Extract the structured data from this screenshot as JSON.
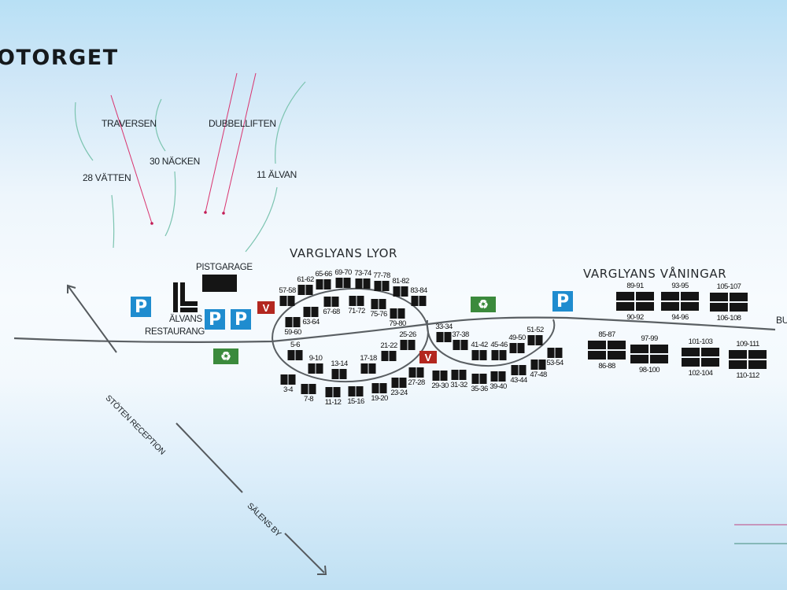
{
  "map_title": "OTORGET",
  "lifts": [
    {
      "name": "TRAVERSEN",
      "label": "TRAVERSEN"
    },
    {
      "name": "DUBBELLIFTEN",
      "label": "DUBBELLIFTEN"
    }
  ],
  "slopes": [
    {
      "label": "28 VÄTTEN"
    },
    {
      "label": "30 NÄCKEN"
    },
    {
      "label": "11 ÄLVAN"
    }
  ],
  "areas": {
    "lyor": "VARGLYANS LYOR",
    "vaningar": "VARGLYANS VÅNINGAR"
  },
  "facilities": {
    "pistgarage": "PISTGARAGE",
    "restaurant_line1": "ÄLVANS",
    "restaurant_line2": "RESTAURANG",
    "parking": "P",
    "waste": "V",
    "recycle": "♻"
  },
  "road_labels": {
    "reception": "STÖTEN RECEPTION",
    "village": "SÄLENS BY",
    "bus": "BU"
  },
  "cabins_top": [
    {
      "label": "57-58"
    },
    {
      "label": "61-62"
    },
    {
      "label": "65-66"
    },
    {
      "label": "69-70"
    },
    {
      "label": "73-74"
    },
    {
      "label": "77-78"
    },
    {
      "label": "81-82"
    },
    {
      "label": "83-84"
    }
  ],
  "cabins_inner_upper": [
    {
      "label": "59-60"
    },
    {
      "label": "63-64"
    },
    {
      "label": "67-68"
    },
    {
      "label": "71-72"
    },
    {
      "label": "75-76"
    },
    {
      "label": "79-80"
    }
  ],
  "cabins_inner_lower": [
    {
      "label": "5-6"
    },
    {
      "label": "9-10"
    },
    {
      "label": "13-14"
    },
    {
      "label": "17-18"
    },
    {
      "label": "21-22"
    },
    {
      "label": "25-26"
    }
  ],
  "cabins_bottom": [
    {
      "label": "3-4"
    },
    {
      "label": "7-8"
    },
    {
      "label": "11-12"
    },
    {
      "label": "15-16"
    },
    {
      "label": "19-20"
    },
    {
      "label": "23-24"
    },
    {
      "label": "27-28"
    },
    {
      "label": "29-30"
    },
    {
      "label": "31-32"
    },
    {
      "label": "35-36"
    },
    {
      "label": "39-40"
    },
    {
      "label": "43-44"
    },
    {
      "label": "47-48"
    },
    {
      "label": "53-54"
    }
  ],
  "cabins_right_loop": [
    {
      "label": "33-34"
    },
    {
      "label": "37-38"
    },
    {
      "label": "41-42"
    },
    {
      "label": "45-46"
    },
    {
      "label": "49-50"
    },
    {
      "label": "51-52"
    }
  ],
  "apartments_upper": [
    {
      "top": "89-91",
      "bottom": "90-92"
    },
    {
      "top": "93-95",
      "bottom": "94-96"
    },
    {
      "top": "105-107",
      "bottom": "106-108"
    }
  ],
  "apartments_lower": [
    {
      "top": "85-87",
      "bottom": "86-88"
    },
    {
      "top": "97-99",
      "bottom": "98-100"
    },
    {
      "top": "101-103",
      "bottom": "102-104"
    },
    {
      "top": "109-111",
      "bottom": "110-112"
    }
  ],
  "colors": {
    "lift": "#d9336e",
    "slope": "#6dbfa7",
    "road": "#555a5e",
    "parking": "#1f8ccf",
    "recycle": "#3b8a3c",
    "waste": "#b3271f"
  }
}
